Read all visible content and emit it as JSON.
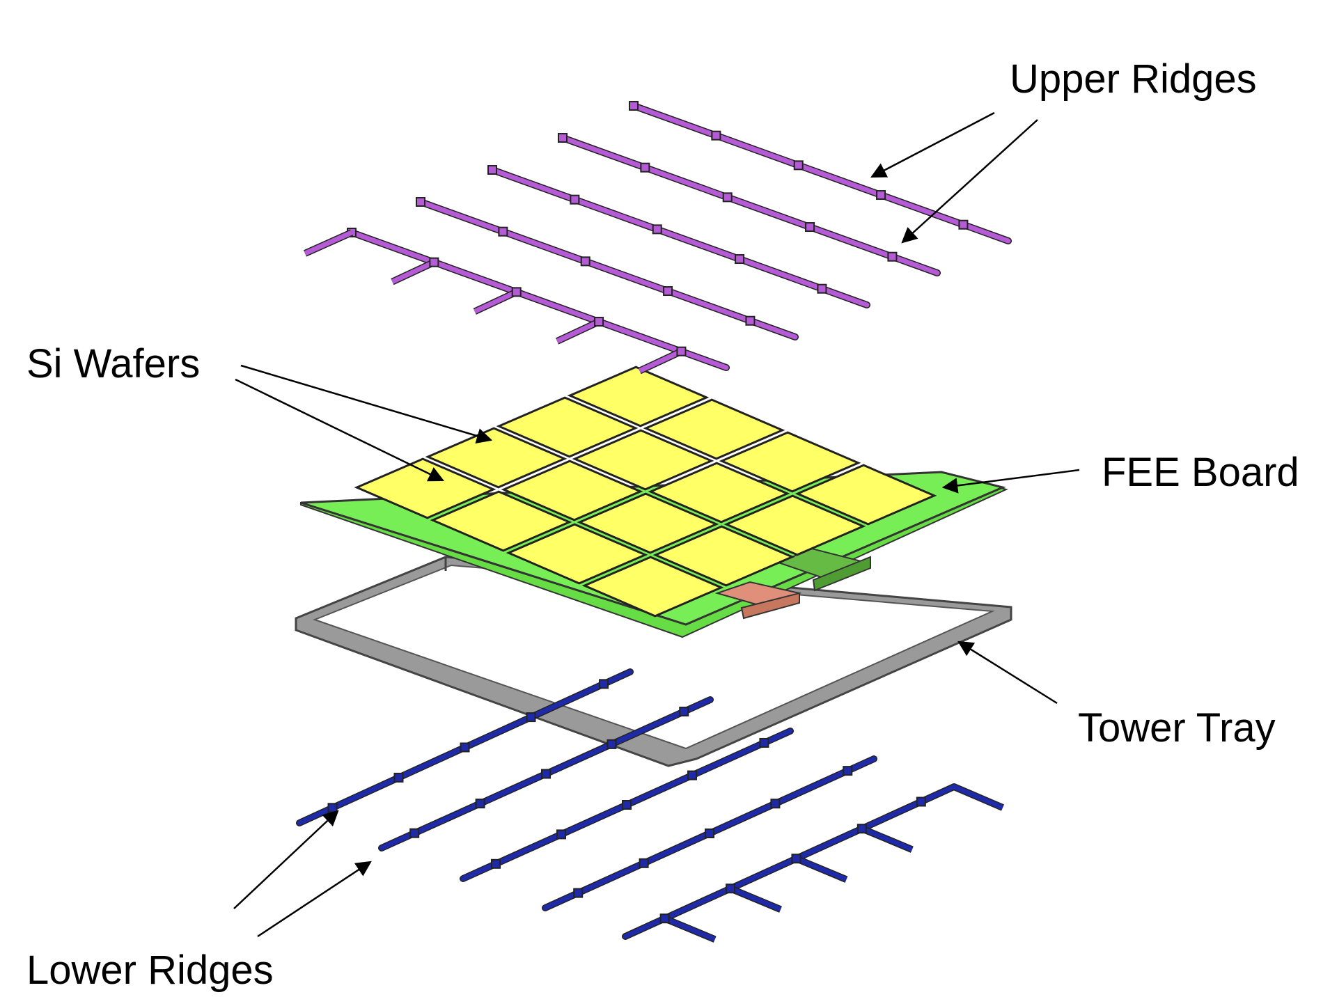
{
  "labels": {
    "upper_ridges": "Upper Ridges",
    "si_wafers": "Si Wafers",
    "fee_board": "FEE Board",
    "tower_tray": "Tower Tray",
    "lower_ridges": "Lower Ridges"
  },
  "colors": {
    "upper_ridge": "#b55bd6",
    "lower_ridge": "#1f2aa8",
    "wafer": "#ffff66",
    "board": "#77ee55",
    "tray": "#8a8a8a",
    "connector_orange": "#e0907a",
    "connector_green": "#66bb44"
  }
}
